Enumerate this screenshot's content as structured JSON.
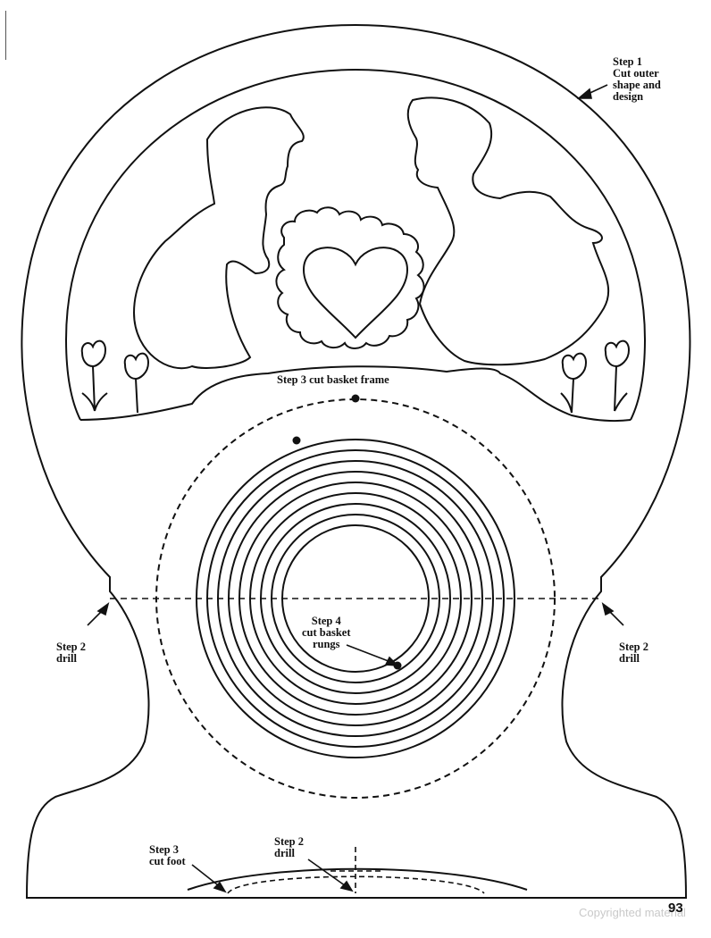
{
  "labels": {
    "step1": [
      "Step 1",
      "Cut outer",
      "shape and",
      "design"
    ],
    "step2_left": [
      "Step 2",
      "drill"
    ],
    "step2_right": [
      "Step 2",
      "drill"
    ],
    "step2_bottom": [
      "Step 2",
      "drill"
    ],
    "step3_basket": "Step 3 cut basket frame",
    "step3_foot": [
      "Step 3",
      "cut foot"
    ],
    "step4": [
      "Step 4",
      "cut basket",
      "rungs"
    ]
  },
  "page_number": "93",
  "copyright": "Copyrighted material"
}
